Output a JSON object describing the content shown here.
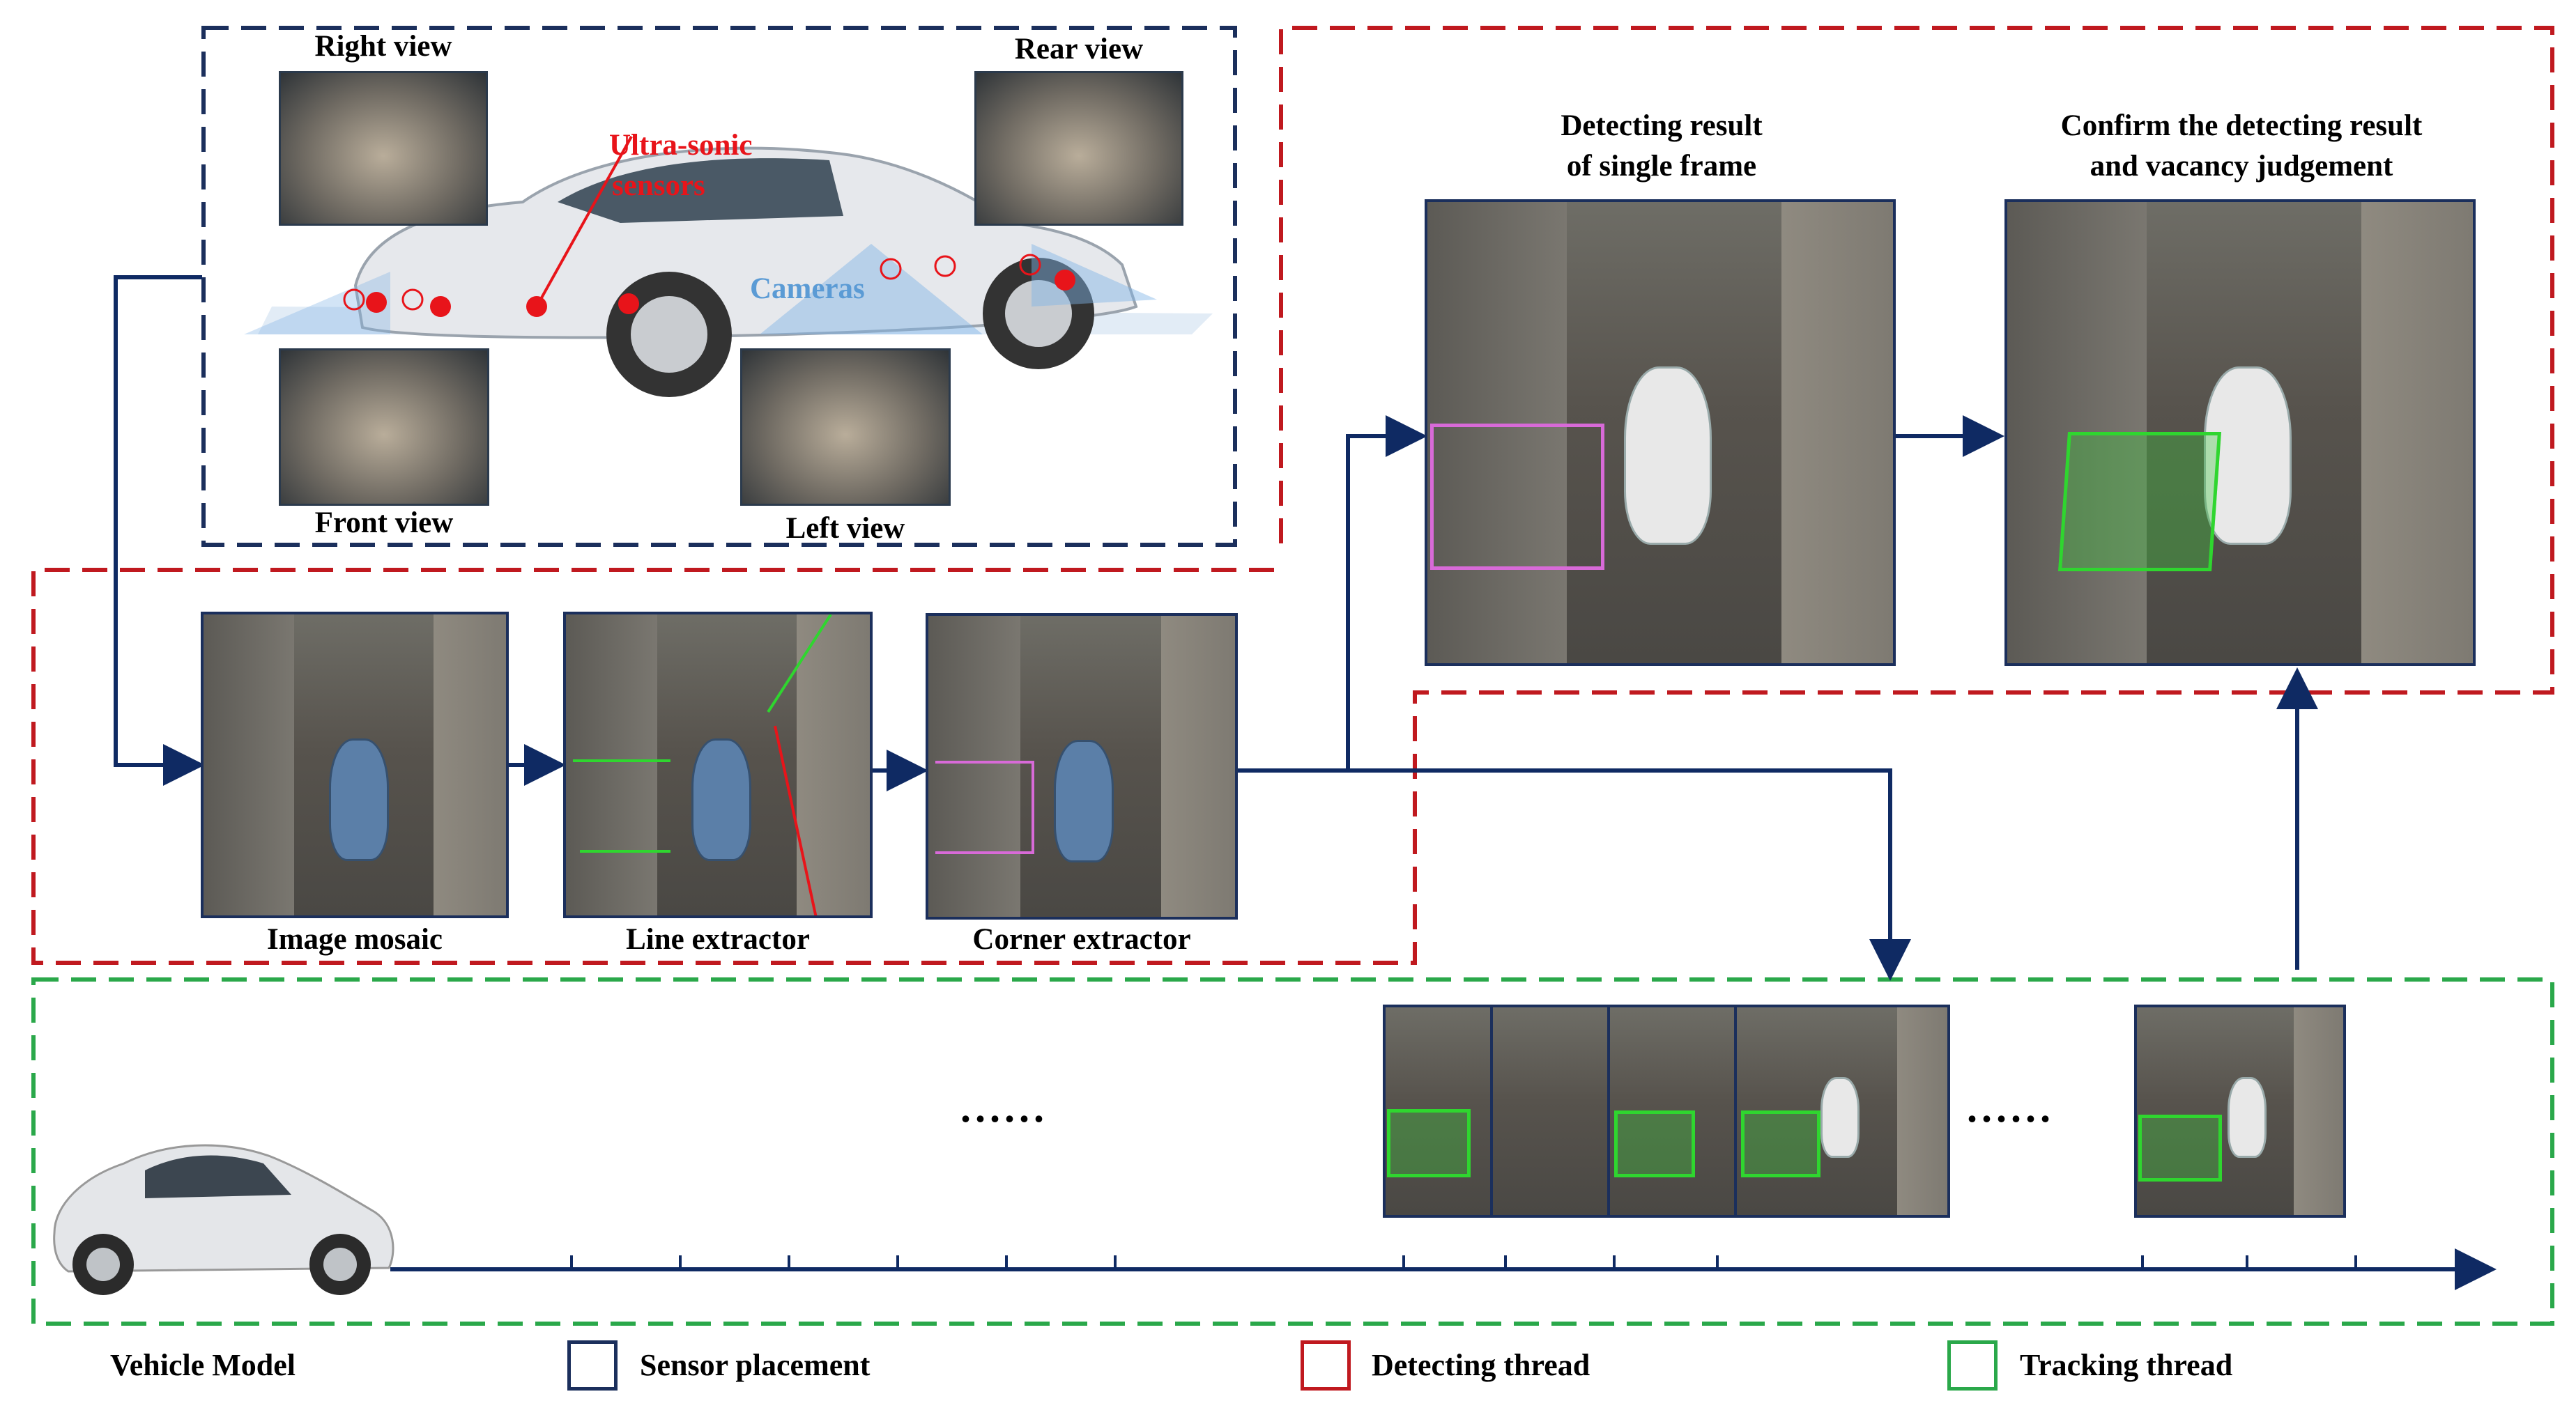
{
  "sensor_panel": {
    "right_view": "Right view",
    "rear_view": "Rear view",
    "front_view": "Front view",
    "left_view": "Left view",
    "ultrasonic_label_line1": "Ultra-sonic",
    "ultrasonic_label_line2": "sensors",
    "cameras_label": "Cameras"
  },
  "detecting_panel": {
    "single_frame_line1": "Detecting result",
    "single_frame_line2": "of single frame",
    "confirm_line1": "Confirm the detecting result",
    "confirm_line2": "and vacancy judgement"
  },
  "pipeline": {
    "image_mosaic": "Image mosaic",
    "line_extractor": "Line extractor",
    "corner_extractor": "Corner extractor"
  },
  "tracking": {
    "ellipsis_left": "......",
    "ellipsis_right": "......"
  },
  "legend": {
    "vehicle_model": "Vehicle Model",
    "sensor_placement": "Sensor placement",
    "detecting_thread": "Detecting thread",
    "tracking_thread": "Tracking thread"
  },
  "colors": {
    "sensor": "#1b2f5c",
    "detecting": "#c0191f",
    "tracking": "#2aa84a",
    "arrow": "#0f2a63",
    "ultrasonic": "#e8141a",
    "camera_text": "#5b9bd5"
  }
}
